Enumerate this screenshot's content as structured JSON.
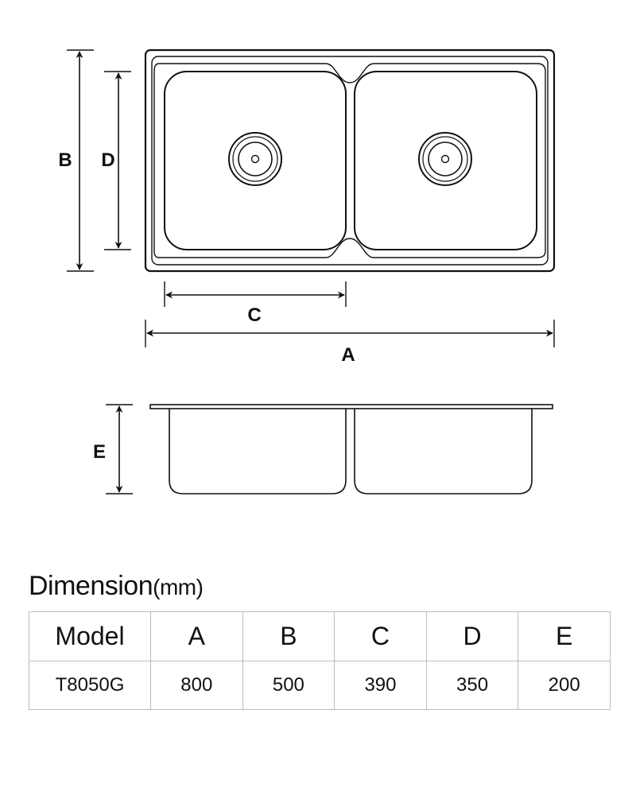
{
  "diagram": {
    "labels": {
      "A": "A",
      "B": "B",
      "C": "C",
      "D": "D",
      "E": "E"
    }
  },
  "table": {
    "title": "Dimension",
    "unit": "(mm)",
    "headers": [
      "Model",
      "A",
      "B",
      "C",
      "D",
      "E"
    ],
    "rows": [
      [
        "T8050G",
        "800",
        "500",
        "390",
        "350",
        "200"
      ]
    ]
  }
}
